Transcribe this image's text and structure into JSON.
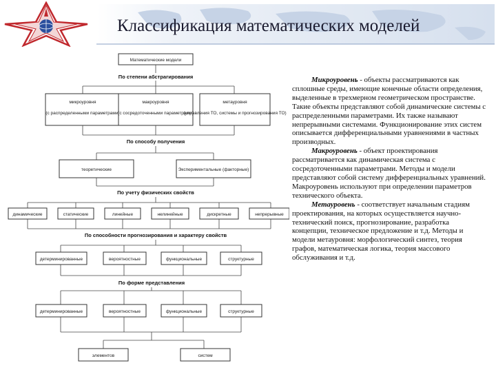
{
  "title": "Классификация математических моделей",
  "diagram": {
    "root": "Математические модели",
    "h1": "По степени абстрагирования",
    "level1": [
      {
        "label": "микроуровня",
        "sub": "(с распределенными параметрами)"
      },
      {
        "label": "макроуровня",
        "sub": "(с сосредоточенными параметрами)"
      },
      {
        "label": "метауровня",
        "sub": "(управления ТО, системы и прогнозирования ТО)"
      }
    ],
    "h2": "По способу получения",
    "level2": [
      "теоретические",
      "Экспериментальные (факторные)"
    ],
    "h3": "По учету физических свойств",
    "level3": [
      "динамические",
      "статические",
      "линейные",
      "нелинейные",
      "дискретные",
      "непрерывные"
    ],
    "h4": "По способности прогнозирования и характеру свойств",
    "level4": [
      "детерминированные",
      "вероятностные",
      "функциональные",
      "структурные"
    ],
    "h5": "По форме представления",
    "level5": [
      "детерминированные",
      "вероятностные",
      "функциональные",
      "структурные"
    ],
    "level6": [
      "элементов",
      "систем"
    ]
  },
  "text": {
    "p1_term": "Микроуровень",
    "p1_body": " - объекты рассматриваются как сплошные среды, имеющие конечные области определения, выделенные в трехмерном геометрическом пространстве. Такие объекты представляют собой динамические системы с распределенными параметрами. Их также называют непрерывными системами. Функционирование этих систем описывается дифференциальными уравнениями в частных производных.",
    "p2_term": "Макроуровень",
    "p2_body": " - объект проектирования рассматривается как динамическая система с сосредоточенными параметрами. Методы и модели представляют собой систему дифференциальных уравнений. Макроуровень используют при определении параметров технического объекта.",
    "p3_term": "Метауровень",
    "p3_body": " - соответствует начальным стадиям проектирования, на которых осуществляется научно-технический поиск, прогнозирование, разработка концепции, техническое предложение и т.д. Методы и модели метауровня: морфологический синтез, теория графов, математическая логика, теория массового обслуживания и т.д."
  },
  "colors": {
    "logo_red": "#c0282d",
    "logo_blue": "#2a4f9e",
    "map_tint": "#dde6f2"
  },
  "icons": {
    "logo": "rocket-star-emblem",
    "background": "world-map"
  }
}
